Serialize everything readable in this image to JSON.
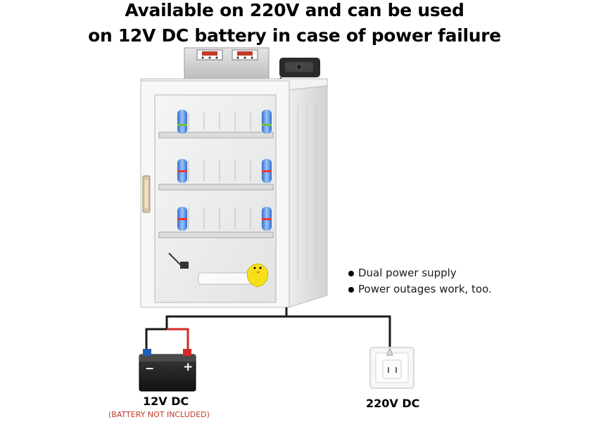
{
  "headline": {
    "line1": "Available on 220V and can be used",
    "line2": "on 12V DC battery in case of power failure"
  },
  "features": [
    "Dual power supply",
    "Power outages work, too."
  ],
  "battery": {
    "label": "12V DC",
    "note": "(BATTERY NOT INCLUDED)",
    "minus_symbol": "−",
    "plus_symbol": "+"
  },
  "outlet": {
    "label": "220V DC"
  },
  "colors": {
    "wire_positive": "#d62828",
    "wire_negative": "#1a1a1a",
    "terminal_negative": "#1f5fb4",
    "terminal_positive": "#d62828",
    "note_text": "#c0392b"
  }
}
